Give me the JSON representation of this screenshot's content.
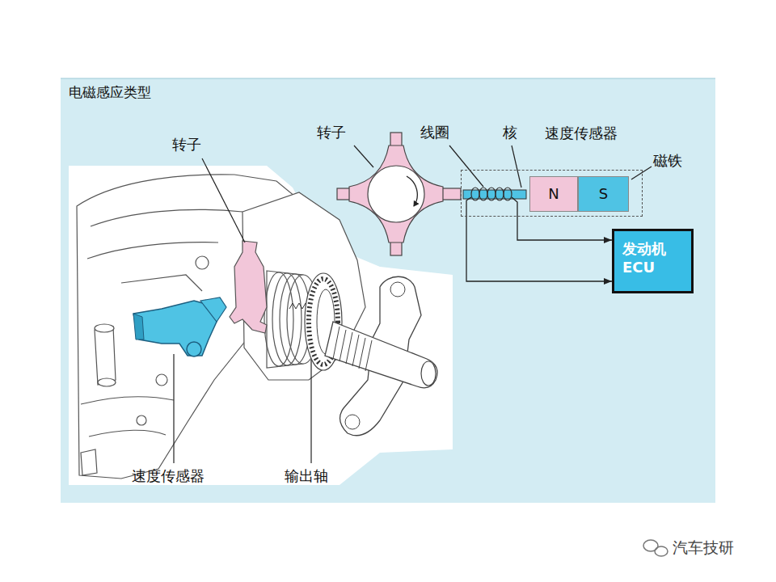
{
  "diagram": {
    "title": "电磁感应类型",
    "nodes": [
      {
        "text": [
          "速度传感器"
        ]
      },
      {
        "text": [
          "N"
        ],
        "in": 0
      },
      {
        "text": [
          "S"
        ],
        "in": 0
      },
      {
        "text": [
          "发动机 ECU"
        ]
      }
    ],
    "edges": [
      {
        "from": 0,
        "to": 3,
        "arrow": "to"
      },
      {
        "from": 0,
        "to": 3,
        "arrow": "to"
      }
    ],
    "labels": [
      "转子",
      "转子",
      "线圈",
      "核",
      "磁铁",
      "速度传感器",
      "输出轴",
      "汽车技研"
    ]
  }
}
